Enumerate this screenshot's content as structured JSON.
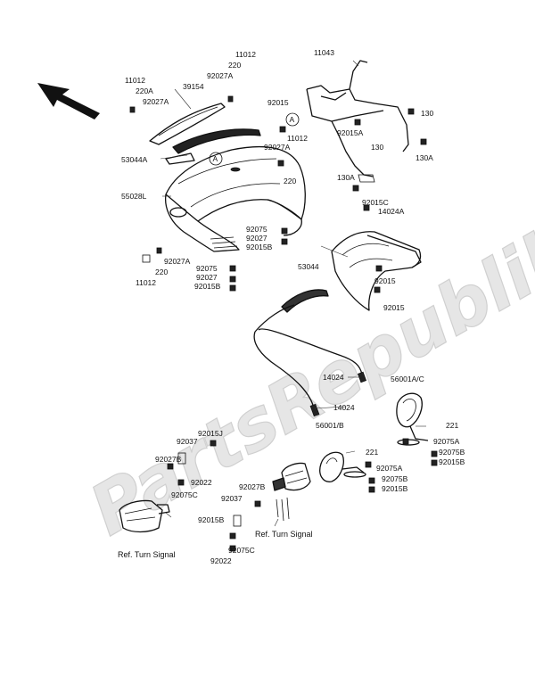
{
  "watermark": "PartsRepublik",
  "labels": {
    "l11012_a": "11012",
    "l220a_a": "220A",
    "l92027a_a": "92027A",
    "l39154": "39154",
    "l11012_b": "11012",
    "l220_a": "220",
    "l92027a_b": "92027A",
    "l11043": "11043",
    "l92015": "92015",
    "l130": "130",
    "l92015a": "92015A",
    "l130_b": "130",
    "l130a_a": "130A",
    "l53044a": "53044A",
    "l92027a_c": "92027A",
    "l11012_c": "11012",
    "l220_b": "220",
    "l130a_b": "130A",
    "l55028l": "55028L",
    "l92015c": "92015C",
    "l14024a": "14024A",
    "l92075_a": "92075",
    "l92027_a": "92027",
    "l92015b_a": "92015B",
    "l92027a_d": "92027A",
    "l220_c": "220",
    "l11012_d": "11012",
    "l92075_b": "92075",
    "l92027_b": "92027",
    "l92015b_b": "92015B",
    "l53044": "53044",
    "l92015_b": "92015",
    "l92015_c": "92015",
    "l14024_a": "14024",
    "l14024_b": "14024",
    "l56001ac": "56001A/C",
    "l221_a": "221",
    "l92075a_a": "92075A",
    "l92075b_a": "92075B",
    "l92015b_c": "92015B",
    "l56001b": "56001/B",
    "l221_b": "221",
    "l92075a_b": "92075A",
    "l92075b_b": "92075B",
    "l92015b_d": "92015B",
    "l92015j": "92015J",
    "l92037_a": "92037",
    "l92027b_a": "92027B",
    "l92022_a": "92022",
    "l92075c_a": "92075C",
    "l92027b_b": "92027B",
    "l92037_b": "92037",
    "l92015b_e": "92015B",
    "l92075c_b": "92075C",
    "l92022_b": "92022"
  },
  "refs": {
    "turn_left": "Ref. Turn Signal",
    "turn_right": "Ref. Turn Signal"
  },
  "markers": {
    "a1": "A",
    "a2": "A"
  }
}
